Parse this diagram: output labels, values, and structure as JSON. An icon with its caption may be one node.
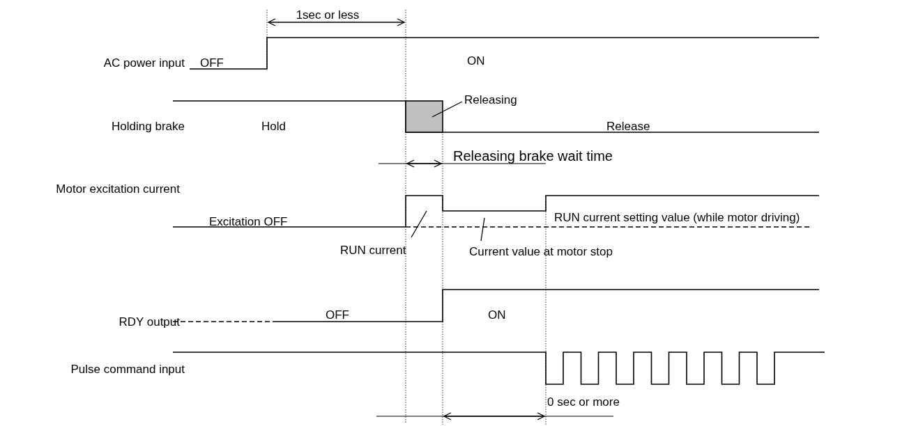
{
  "diagram": {
    "nodes": [
      {
        "text": [
          "Releasing"
        ]
      },
      {
        "text": [
          "RUN current"
        ]
      },
      {
        "text": [
          "Current value at motor stop"
        ]
      }
    ],
    "edges": [
      {
        "from": 0,
        "to": null,
        "arrow": "none"
      },
      {
        "from": 1,
        "to": null,
        "arrow": "none"
      },
      {
        "from": 2,
        "to": null,
        "arrow": "none"
      }
    ],
    "labels": [
      "1sec or less",
      "AC power input",
      "OFF",
      "ON",
      "Holding brake",
      "Hold",
      "Release",
      "Releasing brake wait time",
      "Motor excitation current",
      "Excitation OFF",
      "RUN current setting value (while motor driving)",
      "RDY output",
      "OFF",
      "ON",
      "Pulse command input",
      "0 sec or more"
    ]
  }
}
